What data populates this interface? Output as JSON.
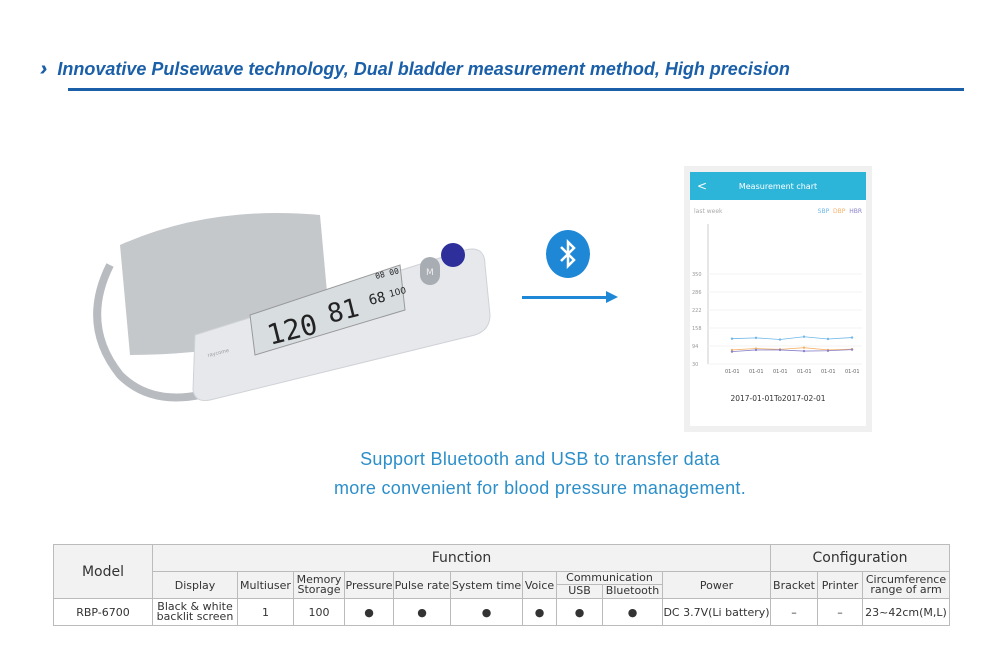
{
  "header": {
    "icon": "double-chevron-right-icon",
    "title": "Innovative Pulsewave technology, Dual bladder measurement method, High precision"
  },
  "device": {
    "display": {
      "sys": "120",
      "dia": "81",
      "pulse": "68",
      "memory": "100",
      "time": "08 00",
      "brand": "raycome"
    },
    "buttons": [
      "M"
    ]
  },
  "bluetooth_icon": "bluetooth-icon",
  "phone": {
    "title": "Measurement chart",
    "back": "<",
    "filter": "last week",
    "legend": [
      {
        "name": "SBP",
        "color": "#6fb7e8"
      },
      {
        "name": "DBP",
        "color": "#f5b36b"
      },
      {
        "name": "HBR",
        "color": "#8a82c9"
      }
    ],
    "chart": {
      "type": "line",
      "y_ticks": [
        350,
        286,
        222,
        158,
        94,
        30
      ],
      "x_labels": [
        "01-01",
        "01-01",
        "01-01",
        "01-01",
        "01-01",
        "01-01"
      ],
      "series": [
        {
          "name": "SBP",
          "values": [
            120,
            123,
            117,
            127,
            119,
            124
          ]
        },
        {
          "name": "DBP",
          "values": [
            80,
            85,
            82,
            88,
            80,
            83
          ]
        },
        {
          "name": "HBR",
          "values": [
            74,
            80,
            80,
            76,
            77,
            81
          ]
        }
      ]
    },
    "range": "2017-01-01To2017-02-01"
  },
  "caption": {
    "line1": "Support Bluetooth and USB to transfer data",
    "line2": "more convenient for blood pressure management."
  },
  "table": {
    "model_h": "Model",
    "function_h": "Function",
    "config_h": "Configuration",
    "cols": {
      "display": "Display",
      "multiuser": "Multiuser",
      "memory1": "Memory",
      "memory2": "Storage",
      "pressure": "Pressure",
      "pulse": "Pulse rate",
      "systime": "System time",
      "voice": "Voice",
      "comm": "Communication",
      "usb": "USB",
      "bt": "Bluetooth",
      "power": "Power",
      "bracket": "Bracket",
      "printer": "Printer",
      "circ1": "Circumference",
      "circ2": "range of arm"
    },
    "row": {
      "model": "RBP-6700",
      "display1": "Black & white",
      "display2": "backlit screen",
      "multiuser": "1",
      "memory": "100",
      "pressure": "●",
      "pulse": "●",
      "systime": "●",
      "voice": "●",
      "usb": "●",
      "bt": "●",
      "power": "DC 3.7V(Li battery)",
      "bracket": "–",
      "printer": "–",
      "circ": "23~42cm(M,L)"
    }
  }
}
